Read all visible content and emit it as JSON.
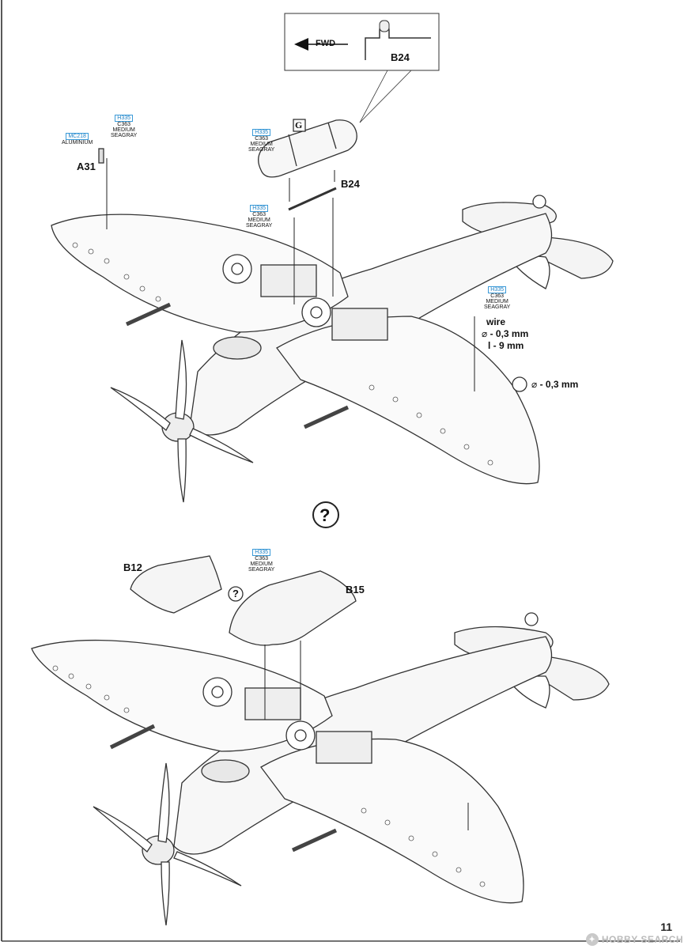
{
  "inset": {
    "fwd_label": "FWD",
    "part_label": "B24"
  },
  "variant_top": "G",
  "variant_question": "?",
  "top_assembly": {
    "parts": {
      "a31": "A31",
      "b24": "B24"
    },
    "callout_a31_alum": {
      "code": "MC218",
      "name": "ALUMINIUM"
    },
    "callout_a31_gray": {
      "h": "H335",
      "c": "C363",
      "m1": "MEDIUM",
      "m2": "SEAGRAY"
    },
    "callout_tank": {
      "h": "H335",
      "c": "C363",
      "m1": "MEDIUM",
      "m2": "SEAGRAY"
    },
    "callout_strut": {
      "h": "H335",
      "c": "C363",
      "m1": "MEDIUM",
      "m2": "SEAGRAY"
    },
    "callout_wire": {
      "h": "H335",
      "c": "C363",
      "m1": "MEDIUM",
      "m2": "SEAGRAY"
    },
    "wire": {
      "title": "wire",
      "diameter": "- 0,3 mm",
      "length": "l - 9 mm",
      "diameter2": "- 0,3 mm"
    }
  },
  "bottom_assembly": {
    "parts": {
      "b12": "B12",
      "b15": "B15"
    },
    "small_question": "?",
    "callout_panel": {
      "h": "H335",
      "c": "C363",
      "m1": "MEDIUM",
      "m2": "SEAGRAY"
    }
  },
  "footer": {
    "page_number": "11",
    "watermark": "HOBBY SEARCH"
  }
}
